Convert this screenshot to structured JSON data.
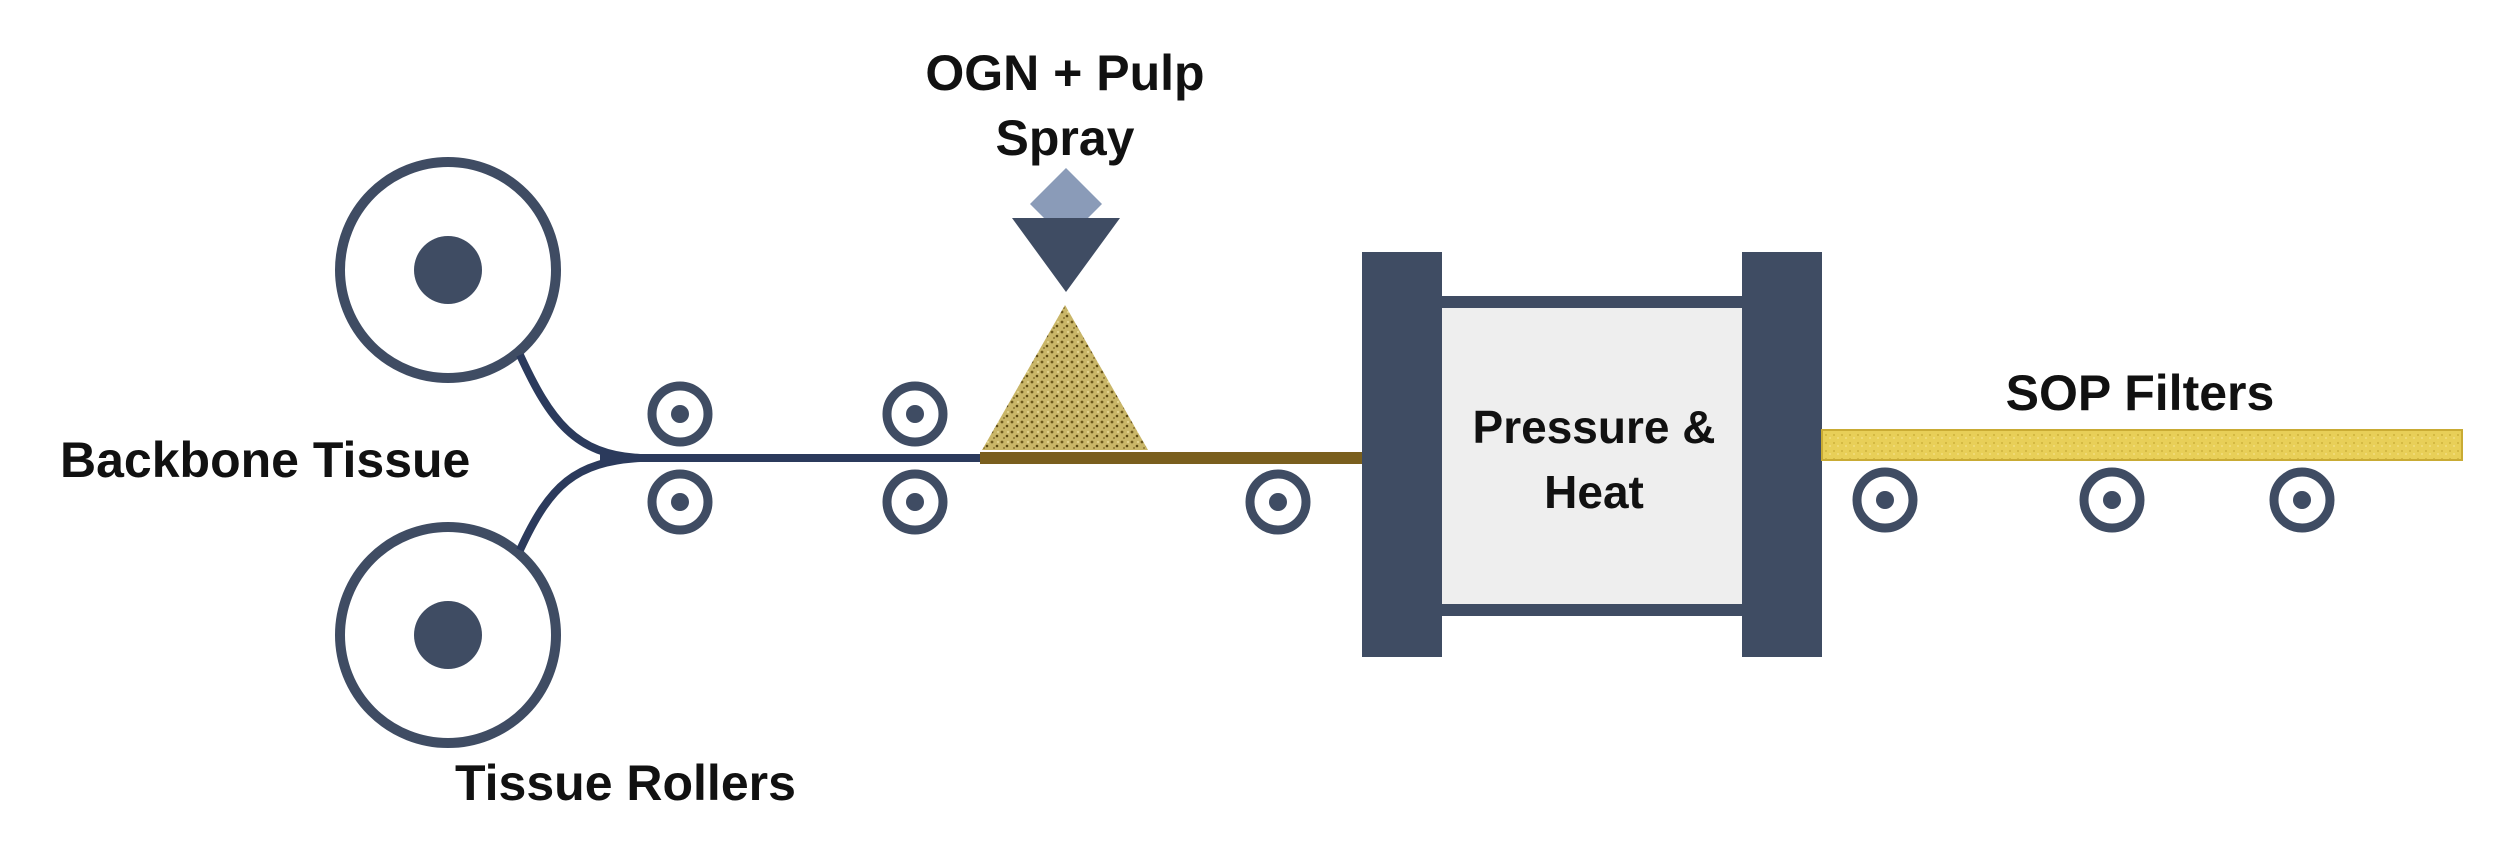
{
  "labels": {
    "spray_line1": "OGN + Pulp",
    "spray_line2": "Spray",
    "backbone": "Backbone Tissue",
    "rollers": "Tissue Rollers",
    "press_line1": "Pressure &",
    "press_line2": "Heat",
    "output": "SOP Filters"
  },
  "colors": {
    "navy": "#3f4c63",
    "tissue_line": "#2b3a5c",
    "brown_layer": "#7a5f1e",
    "pulp_pile": "#c2ae5f",
    "filter_yellow": "#e6cd55",
    "nozzle_light": "#8a9bb8",
    "box_fill": "#eeeeee",
    "background": "#ffffff"
  },
  "icons": {
    "tissue_roll": "tissue-roll-icon",
    "guide_roller": "guide-roller-icon",
    "spray_nozzle": "spray-nozzle-icon",
    "pulp_pile": "pulp-pile-icon",
    "press": "press-icon"
  }
}
